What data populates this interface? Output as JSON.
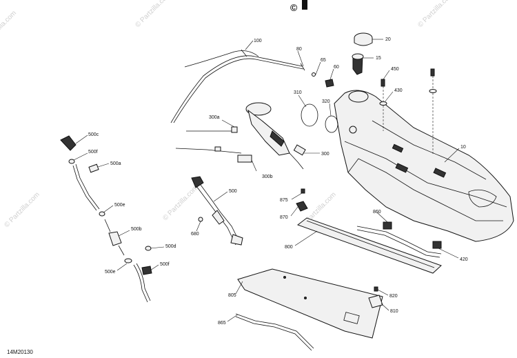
{
  "diagram": {
    "copyright_mark": "©",
    "watermark": "© Partzilla.com",
    "diagram_code": "14M20130"
  },
  "callouts": [
    {
      "id": "c20",
      "text": "20"
    },
    {
      "id": "c15",
      "text": "15"
    },
    {
      "id": "c100",
      "text": "100"
    },
    {
      "id": "c80",
      "text": "80"
    },
    {
      "id": "c65",
      "text": "65"
    },
    {
      "id": "c60",
      "text": "60"
    },
    {
      "id": "c450",
      "text": "450"
    },
    {
      "id": "c430",
      "text": "430"
    },
    {
      "id": "c310",
      "text": "310"
    },
    {
      "id": "c320",
      "text": "320"
    },
    {
      "id": "c300a",
      "text": "300a"
    },
    {
      "id": "c300",
      "text": "300"
    },
    {
      "id": "c300b",
      "text": "300b"
    },
    {
      "id": "c10",
      "text": "10"
    },
    {
      "id": "c500c",
      "text": "500c"
    },
    {
      "id": "c500f",
      "text": "500f"
    },
    {
      "id": "c500a",
      "text": "500a"
    },
    {
      "id": "c500e",
      "text": "500e"
    },
    {
      "id": "c500b",
      "text": "500b"
    },
    {
      "id": "c500d",
      "text": "500d"
    },
    {
      "id": "c500f2",
      "text": "500f"
    },
    {
      "id": "c500e2",
      "text": "500e"
    },
    {
      "id": "c500",
      "text": "500"
    },
    {
      "id": "c680",
      "text": "680"
    },
    {
      "id": "c875",
      "text": "875"
    },
    {
      "id": "c870",
      "text": "870"
    },
    {
      "id": "c860",
      "text": "860"
    },
    {
      "id": "c800",
      "text": "800"
    },
    {
      "id": "c420",
      "text": "420"
    },
    {
      "id": "c805",
      "text": "805"
    },
    {
      "id": "c820",
      "text": "820"
    },
    {
      "id": "c810",
      "text": "810"
    },
    {
      "id": "c865",
      "text": "865"
    }
  ]
}
